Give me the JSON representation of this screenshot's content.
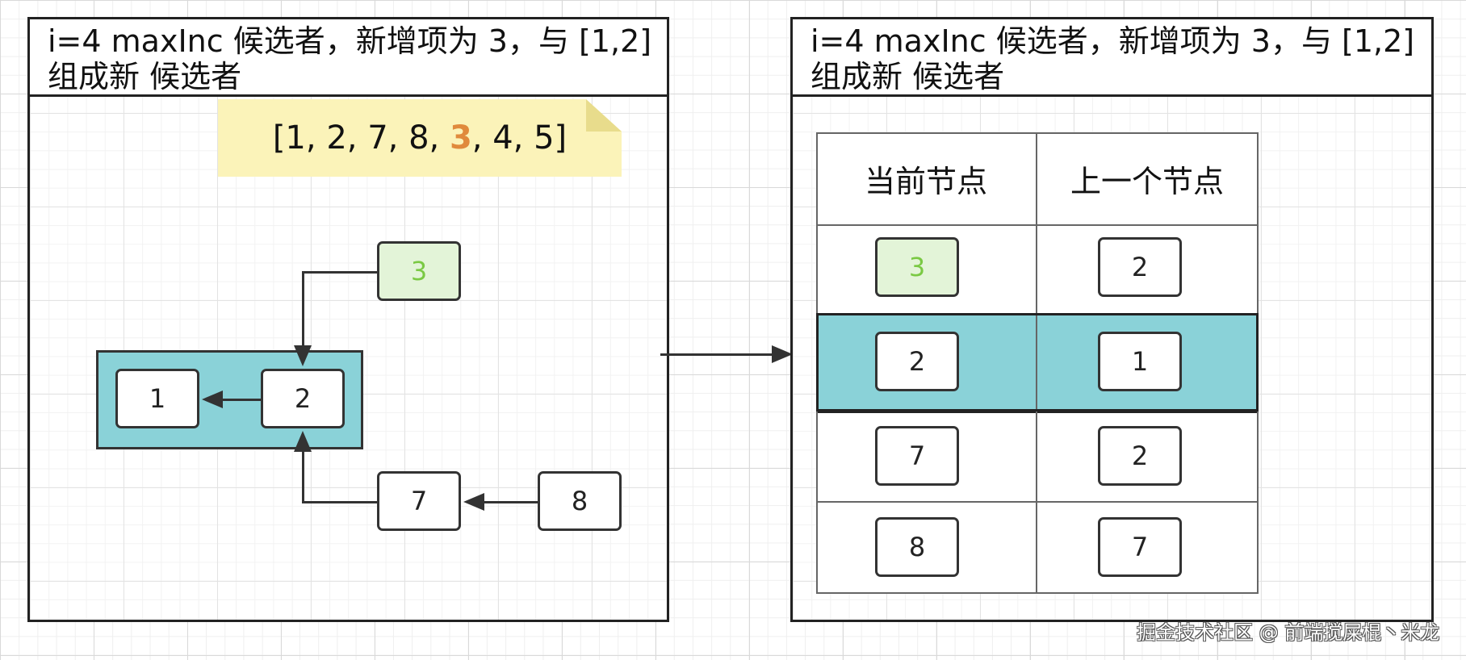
{
  "left_panel": {
    "title_line1": "i=4 maxInc 候选者，新增项为 3，与 [1,2]",
    "title_line2": "组成新 候选者",
    "note": {
      "prefix": "[1, 2, 7, 8, ",
      "highlight": "3",
      "suffix": ", 4, 5]"
    },
    "nodes": {
      "n1": "1",
      "n2": "2",
      "n3": "3",
      "n7": "7",
      "n8": "8"
    }
  },
  "right_panel": {
    "title_line1": "i=4 maxInc 候选者，新增项为 3，与 [1,2]",
    "title_line2": "组成新 候选者",
    "table": {
      "headers": [
        "当前节点",
        "上一个节点"
      ],
      "rows": [
        {
          "current": "3",
          "previous": "2"
        },
        {
          "current": "2",
          "previous": "1"
        },
        {
          "current": "7",
          "previous": "2"
        },
        {
          "current": "8",
          "previous": "7"
        }
      ]
    }
  },
  "colors": {
    "group_fill": "#8ad2d8",
    "new_node_fill": "#e3f4d8",
    "new_node_text": "#7ac943",
    "highlight": "#e08a3c",
    "note_fill": "#fbf3b9"
  },
  "watermark": "掘金技术社区 @ 前端搅屎棍丶米龙"
}
